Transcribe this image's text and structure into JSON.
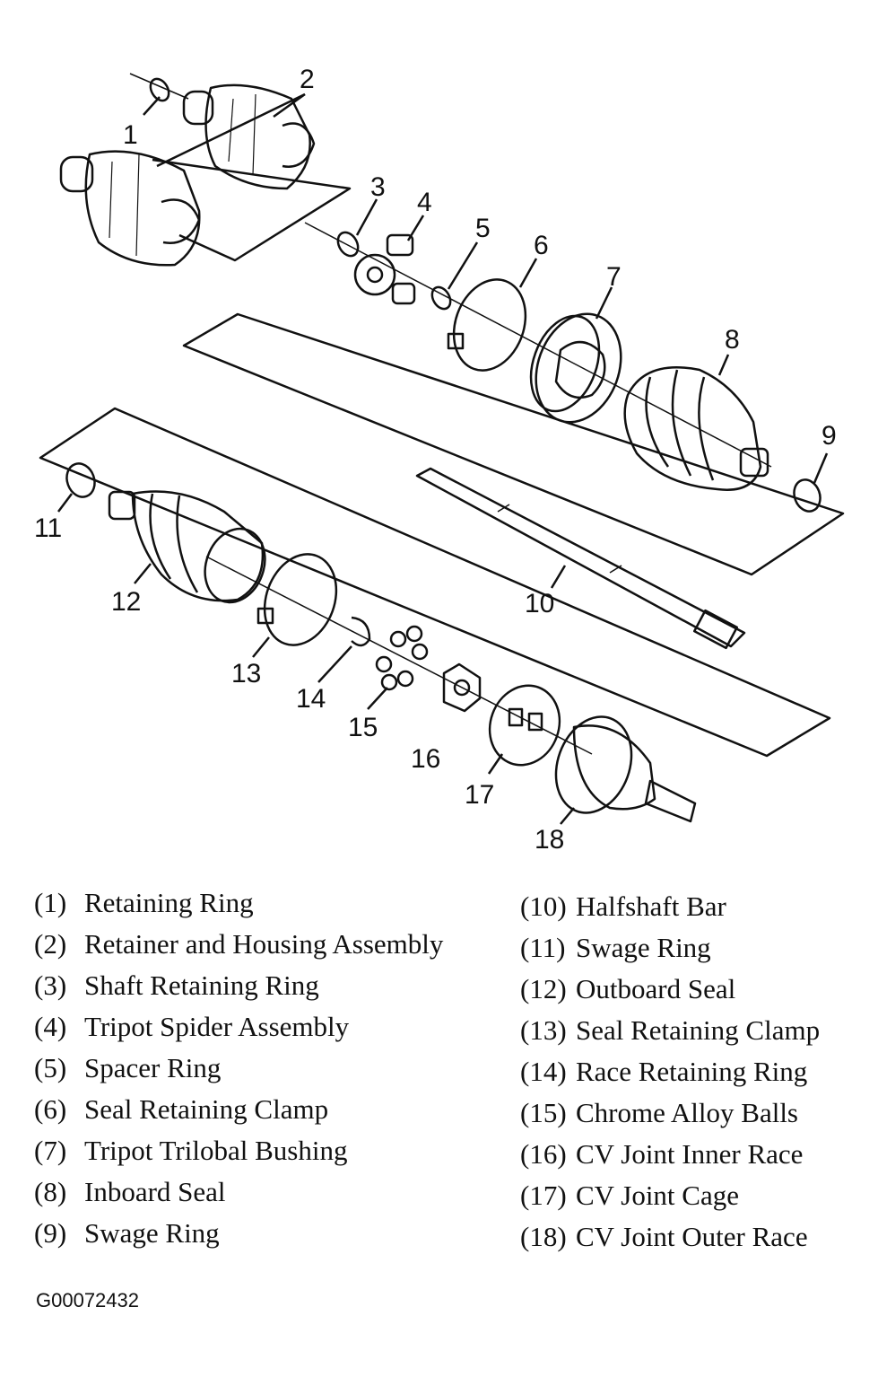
{
  "callouts": [
    "1",
    "2",
    "3",
    "4",
    "5",
    "6",
    "7",
    "8",
    "9",
    "10",
    "11",
    "12",
    "13",
    "14",
    "15",
    "16",
    "17",
    "18"
  ],
  "legend_left": [
    {
      "num": "(1)",
      "label": "Retaining Ring"
    },
    {
      "num": "(2)",
      "label": "Retainer and Housing Assembly"
    },
    {
      "num": "(3)",
      "label": "Shaft Retaining Ring"
    },
    {
      "num": "(4)",
      "label": "Tripot Spider Assembly"
    },
    {
      "num": "(5)",
      "label": "Spacer Ring"
    },
    {
      "num": "(6)",
      "label": "Seal Retaining Clamp"
    },
    {
      "num": "(7)",
      "label": "Tripot Trilobal Bushing"
    },
    {
      "num": "(8)",
      "label": "Inboard Seal"
    },
    {
      "num": "(9)",
      "label": "Swage Ring"
    }
  ],
  "legend_right": [
    {
      "num": "(10)",
      "label": "Halfshaft Bar"
    },
    {
      "num": "(11)",
      "label": "Swage Ring"
    },
    {
      "num": "(12)",
      "label": "Outboard Seal"
    },
    {
      "num": "(13)",
      "label": "Seal Retaining Clamp"
    },
    {
      "num": "(14)",
      "label": "Race Retaining Ring"
    },
    {
      "num": "(15)",
      "label": "Chrome Alloy Balls"
    },
    {
      "num": "(16)",
      "label": "CV Joint Inner Race"
    },
    {
      "num": "(17)",
      "label": "CV Joint Cage"
    },
    {
      "num": "(18)",
      "label": "CV Joint Outer Race"
    }
  ],
  "figure_id": "G00072432"
}
